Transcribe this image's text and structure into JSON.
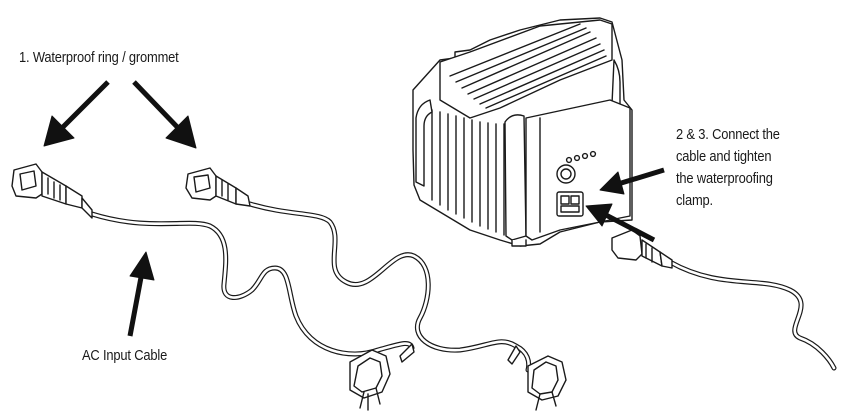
{
  "labels": {
    "grommet": "1. Waterproof ring / grommet",
    "connect_lines": [
      "2 & 3. Connect the",
      "cable and tighten",
      "the waterproofing",
      "clamp."
    ],
    "ac_input": "AC Input Cable"
  },
  "colors": {
    "line": "#1a1a1a",
    "arrow": "#111111",
    "fill": "#ffffff"
  },
  "icons": [
    "down-left-arrow-icon",
    "down-right-arrow-icon",
    "up-arrow-icon",
    "left-arrow-icon",
    "up-left-arrow-icon"
  ]
}
